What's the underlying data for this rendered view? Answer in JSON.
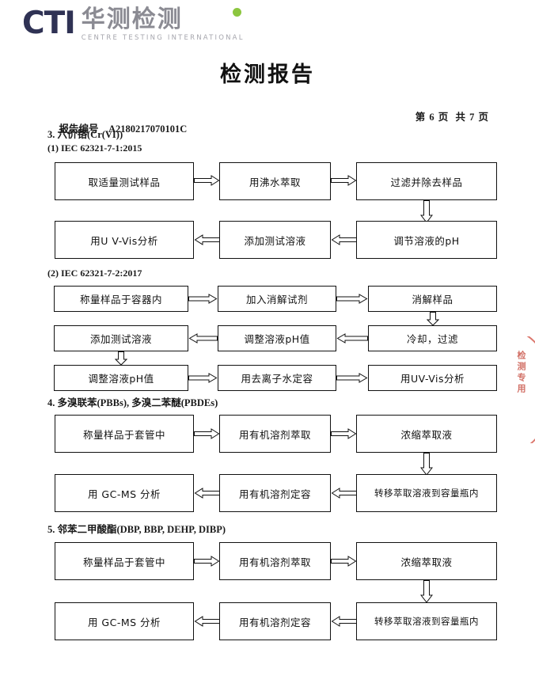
{
  "logo": {
    "mark": "CTI",
    "chinese": "华测检测",
    "english": "CENTRE TESTING INTERNATIONAL",
    "navy": "#2f3254",
    "green": "#8cc63f",
    "gray": "#8b8b93"
  },
  "document": {
    "title": "检测报告",
    "report_label": "报告编号",
    "report_number": "A2180217070101C",
    "page_info": "第 6 页  共 7 页"
  },
  "sections": [
    {
      "heading": "3. 六价铬(Cr(VI))",
      "sub_heading": "(1) IEC 62321-7-1:2015",
      "boxes": [
        "取适量测试样品",
        "用沸水萃取",
        "过滤并除去样品",
        "用U V-Vis分析",
        "添加测试溶液",
        "调节溶液的pH"
      ]
    },
    {
      "sub_heading": "(2) IEC 62321-7-2:2017",
      "boxes": [
        "称量样品于容器内",
        "加入消解试剂",
        "消解样品",
        "添加测试溶液",
        "调整溶液pH值",
        "冷却，过滤",
        "调整溶液pH值",
        "用去离子水定容",
        "用UV-Vis分析"
      ]
    },
    {
      "heading": "4. 多溴联苯(PBBs), 多溴二苯醚(PBDEs)",
      "boxes": [
        "称量样品于套管中",
        "用有机溶剂萃取",
        "浓缩萃取液",
        "用 GC-MS 分析",
        "用有机溶剂定容",
        "转移萃取溶液到容量瓶内"
      ]
    },
    {
      "heading": "5. 邻苯二甲酸酯(DBP, BBP, DEHP, DIBP)",
      "boxes": [
        "称量样品于套管中",
        "用有机溶剂萃取",
        "浓缩萃取液",
        "用 GC-MS 分析",
        "用有机溶剂定容",
        "转移萃取溶液到容量瓶内"
      ]
    }
  ],
  "stamp": {
    "text": "检测专用",
    "color": "#c0392b"
  }
}
